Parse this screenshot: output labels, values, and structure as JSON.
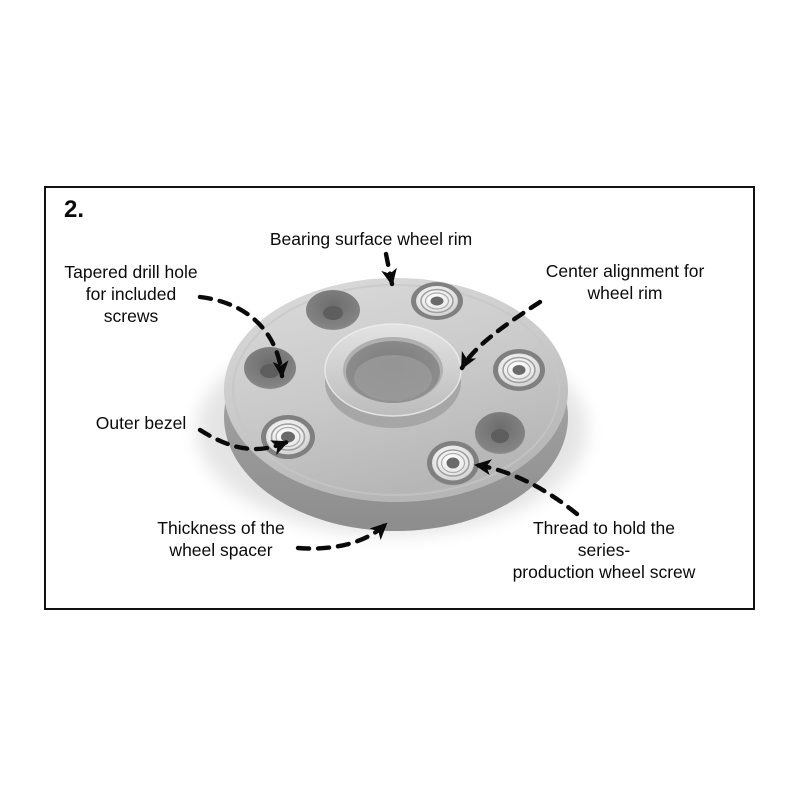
{
  "figure": {
    "step_number": "2.",
    "labels": {
      "bearing_surface": "Bearing surface wheel rim",
      "tapered_drill_hole": "Tapered drill hole\nfor included\nscrews",
      "center_alignment": "Center alignment for\nwheel rim",
      "outer_bezel": "Outer bezel",
      "thickness": "Thickness of the\nwheel spacer",
      "thread": "Thread to hold the series-\nproduction wheel screw"
    },
    "icons": {
      "illustration": "wheel-spacer-photo",
      "arrows": "dashed-black-arrow"
    },
    "colors": {
      "frame_border": "#111111",
      "text": "#0a0a0a",
      "arrow": "#0a0a0a",
      "metal_light": "#d6d6d6",
      "metal_mid": "#bdbdbd",
      "metal_dark": "#8a8a8a"
    }
  }
}
